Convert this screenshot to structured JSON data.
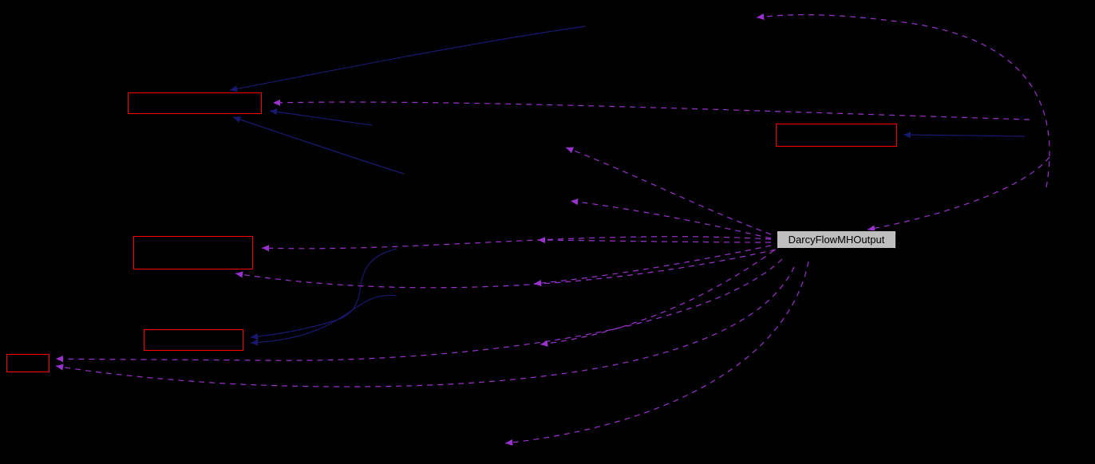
{
  "diagram": {
    "type": "collaboration-graph",
    "main_node": {
      "label": "DarcyFlowMHOutput"
    },
    "class_nodes": [
      {
        "id": "class-1",
        "label": ""
      },
      {
        "id": "class-2",
        "label": ""
      },
      {
        "id": "class-3",
        "label": ""
      },
      {
        "id": "class-4",
        "label": ""
      },
      {
        "id": "class-5",
        "label": ""
      }
    ],
    "colors": {
      "background": "#000000",
      "class_border": "#ff0000",
      "main_fill": "#bfbfbf",
      "main_border": "#000000",
      "main_text": "#000000",
      "inheritance_edge": "#191970",
      "usage_edge": "#9a32cd"
    },
    "edge_styles": {
      "inheritance": "solid",
      "usage": "dashed"
    }
  }
}
